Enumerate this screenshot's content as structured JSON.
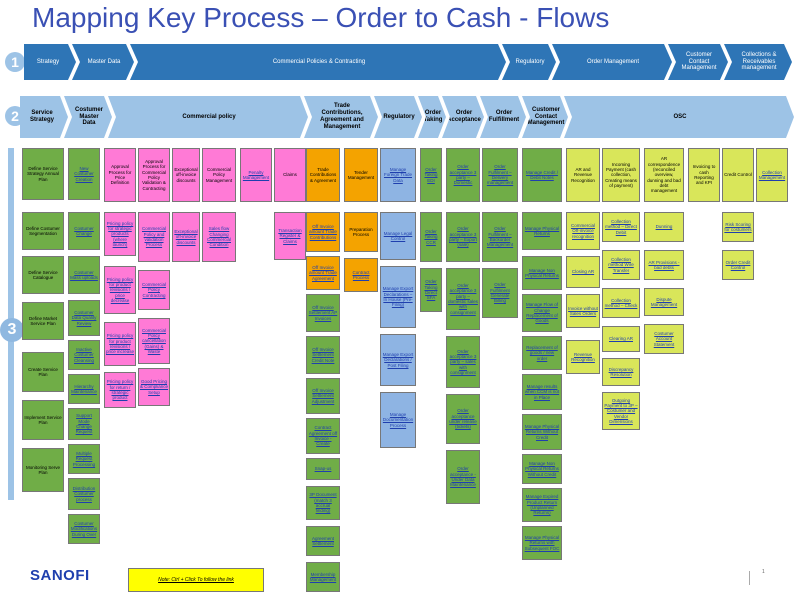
{
  "title": "Mapping Key Process – Order to Cash - Flows",
  "levels": [
    "1",
    "2",
    "3"
  ],
  "row1": [
    "Strategy",
    "Master Data",
    "Commercial Policies & Contracting",
    "Regulatory",
    "Order Management",
    "Customer Contact Management",
    "Collections & Receivables management"
  ],
  "row2": [
    "Service Strategy",
    "Costumer Master Data",
    "Commercial policy",
    "Trade Contributions, Agreement and Management",
    "Regulatory",
    "Order Taking",
    "Order Acceptance",
    "Order Fulfillment",
    "Customer Contact Management",
    "OSC"
  ],
  "boxes": [
    "Define Service Strategy Annual Plan",
    "Define Costumer Segmentation",
    "Define Service Catalogue",
    "Define Market Service Plan",
    "Create Service Plan",
    "Implement Service Plan",
    "Monitoring Serve Plan",
    "New Costumer Creation",
    "Costumer Change",
    "Costumer Mass uploads",
    "Costumer Data Quality Review",
    "Inactive Costumer Cleansing",
    "Hierarchy Maintenance",
    "Support Mode Change Request",
    "Multiple Request Processing",
    "Distribution Costumer process",
    "Costumer Modifications During Over",
    "Approval Process for Price Definition",
    "Pricing policy for strategic products (where launch)",
    "Pricing policy for product revisions / price decrease",
    "Pricing policy for product revisions / price increase",
    "Pricing policy for return / strategic product",
    "Approval Process for Commercial Policy Validation & Contracting",
    "Commercial Policy and validation Process",
    "Commercial Policy Contracting",
    "Commercial Policy cancellation (Gains) & Waste",
    "Good Pricing & Compliance Setup",
    "Exceptional off-invoice discounts",
    "Exceptional off-invoice discounts",
    "Commercial Policy Management",
    "Sales flow Changing Commercial Condition",
    "Penalty Management",
    "Claims",
    "Transaction Register & Claims",
    "Trade Contributions & Agreement",
    "Off Invoice amount Trade Contributions",
    "Off Invoice amount Trade Agreement",
    "Off Invoice Settlement AP Invoices",
    "Off Invoice Settlement Credit Note",
    "Off Invoice Settlement Adjustment",
    "Contract Agreement off Invoice - Create",
    "Snap-us",
    "3P Document (match 3 accrual finding)",
    "Agreement Settlement",
    "Membership Management",
    "Tender Management",
    "Preparation Process",
    "Contract Process",
    "Manage Foreign Trade Data",
    "Manage Legal Control",
    "Manage Export Declarations – In House (Pre-Filing)",
    "Manage Export Declarations / Post Filing",
    "Manage Documentation Process",
    "Order Taking EDI",
    "Order Taking CCR",
    "Order Taking Direct SFA",
    "Order acceptance 3 party – Domestic",
    "Order acceptance 3 party – Export (sale)",
    "Order acceptance 3 party – domestic sales with consignment",
    "Order acceptance 3 party – sales with consignment",
    "Order acceptance under release (tickets)",
    "Order acceptance - Under Data Maintenance",
    "Order Fulfilment – Delivery management",
    "Order Fulfilment – Backorder Management",
    "Order Fulfilment Generate Billing",
    "Manage Credit / Debit Notes",
    "Manage Physical Returns",
    "Manage Non Physical Returns",
    "Manage Flow of Change Replacement of Goods",
    "Replacement of goods / new order",
    "Manage results when CCM is not in Place",
    "Manage Physical Returns Without Credit",
    "Manage Non Physical Returns Without Credit",
    "Manage Expired Product Return (Unplanned Returns)",
    "Manage Physical Returns with Subsequent FOC",
    "AR and Revenue Recognition",
    "Commercial Off-invoice recognition",
    "Closing AR",
    "Invoice without Sales Orders",
    "Revenue Recognition",
    "Incoming Payment (cash collection, Creating means of payment)",
    "Collection method – Direct Debit",
    "Collection method Wire Transfer",
    "Collection method – Check",
    "Clearing AR",
    "Discrepancy Resolution",
    "Outgoing Payment to 3P – Costumer and Vendor Dimensions",
    "AR correspondence (reconciled overview, dunning and bad debt management",
    "Dunning",
    "AR Provisions - bad debts",
    "Dispute Management",
    "Costumer Account Statement",
    "Invoicing to cash Reporting and KPI",
    "Credit Control",
    "Risk Scoring for costumers",
    "Order Credit Control",
    "Collection Management"
  ],
  "logo": "SANOFI",
  "note": "Note: Ctrl + Click To follow the link",
  "page_number": "1"
}
